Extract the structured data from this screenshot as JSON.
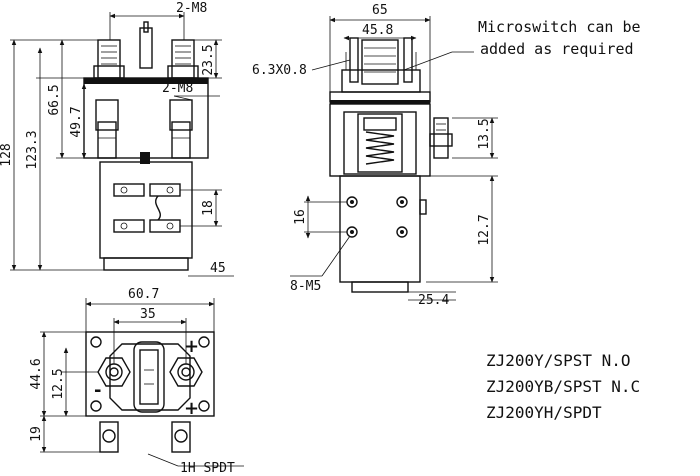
{
  "dimensions": {
    "front": {
      "top_thread": "2-M8",
      "stud_height": "23.5",
      "mid_thread": "2-M8",
      "height_total": "128",
      "height_123": "123.3",
      "height_66": "66.5",
      "height_49": "49.7",
      "aux_spacing": "18",
      "depth": "45"
    },
    "side": {
      "width_total": "65",
      "width_inner": "45.8",
      "spade": "6.3X0.8",
      "stud_13": "13.5",
      "hole_spacing": "16",
      "height_12": "12.7",
      "mount_thread": "8-M5",
      "base_offset": "25.4"
    },
    "top": {
      "width_total": "60.7",
      "stud_spacing": "35",
      "height_44": "44.6",
      "height_12": "12.5",
      "aux_offset": "19",
      "aux_label": "1H SPDT"
    }
  },
  "notes": {
    "microswitch_line1": "Microswitch can be",
    "microswitch_line2": "added as required"
  },
  "models": [
    "ZJ200Y/SPST N.O",
    "ZJ200YB/SPST N.C",
    "ZJ200YH/SPDT"
  ]
}
